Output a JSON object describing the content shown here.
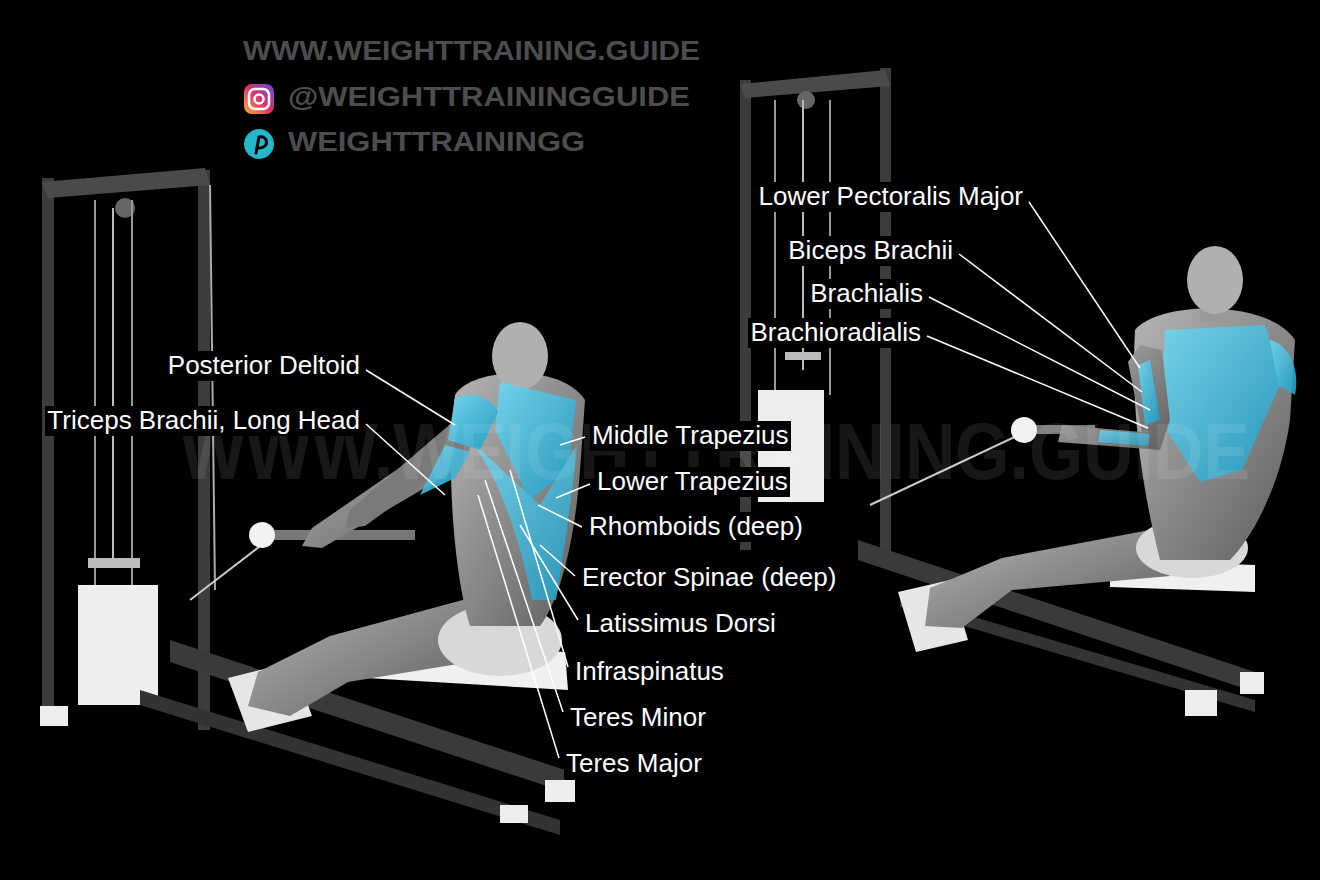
{
  "diagram": {
    "labels": [
      "WWW.WEIGHTTRAINING.GUIDE",
      "@WEIGHTTRAININGGUIDE",
      "WEIGHTTRAININGG",
      "Lower Pectoralis Major",
      "Biceps Brachii",
      "Brachialis",
      "Brachioradialis",
      "Posterior Deltoid",
      "Triceps Brachii, Long Head",
      "Middle Trapezius",
      "Lower Trapezius",
      "Rhomboids (deep)",
      "Erector Spinae (deep)",
      "Latissimus Dorsi",
      "Infraspinatus",
      "Teres Minor",
      "Teres Major",
      "WWW.WEIGHTTRAINING.GUIDE"
    ]
  }
}
